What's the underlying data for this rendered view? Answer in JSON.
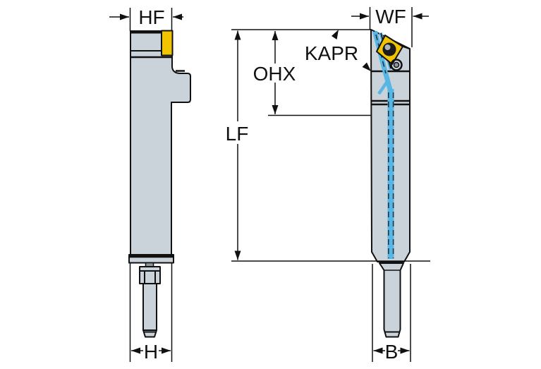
{
  "diagram": {
    "description": "Turning tool holder technical dimension drawing with two orthographic views, coolant channels and indexable insert",
    "labels": {
      "hf": "HF",
      "wf": "WF",
      "kapr": "KAPR",
      "ohx": "OHX",
      "lf": "LF",
      "h": "H",
      "b": "B"
    },
    "colors": {
      "background": "#ffffff",
      "outline": "#111111",
      "body_fill": "#cbd3da",
      "insert_yellow": "#f2c400",
      "coolant_blue": "#58b6e4",
      "coolant_dark": "#1c3a4a",
      "hole_dark": "#1b1b1b",
      "metal_gray": "#8f989f"
    }
  }
}
